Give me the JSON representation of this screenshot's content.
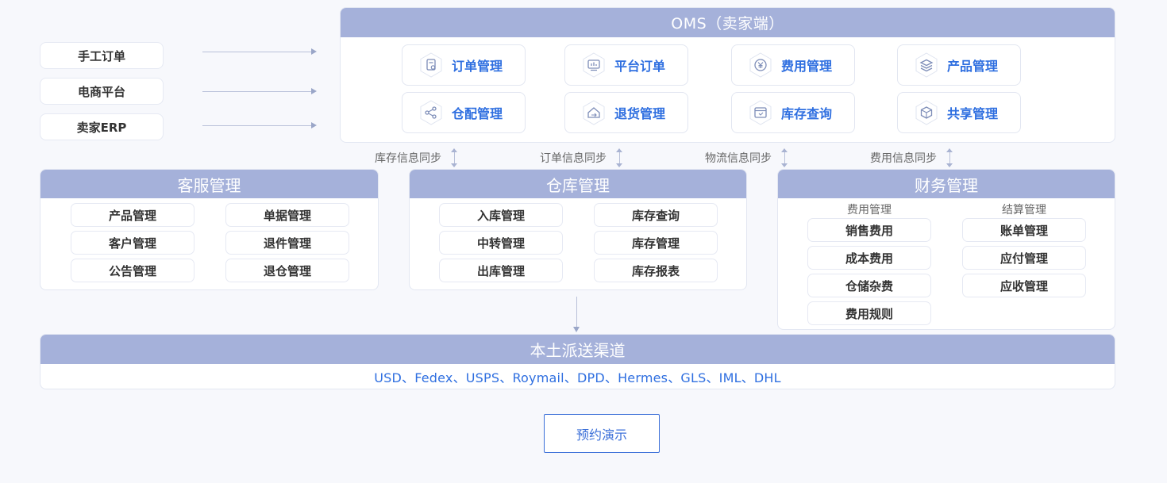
{
  "sources": [
    {
      "label": "手工订单"
    },
    {
      "label": "电商平台"
    },
    {
      "label": "卖家ERP"
    }
  ],
  "oms": {
    "title": "OMS（卖家端）",
    "modules": [
      {
        "label": "订单管理",
        "icon": "order-document-icon"
      },
      {
        "label": "平台订单",
        "icon": "platform-chart-icon"
      },
      {
        "label": "费用管理",
        "icon": "yen-coin-icon"
      },
      {
        "label": "产品管理",
        "icon": "layers-icon"
      },
      {
        "label": "仓配管理",
        "icon": "share-icon"
      },
      {
        "label": "退货管理",
        "icon": "return-house-icon"
      },
      {
        "label": "库存查询",
        "icon": "inventory-calendar-icon"
      },
      {
        "label": "共享管理",
        "icon": "share-box-icon"
      }
    ]
  },
  "sync": [
    {
      "label": "库存信息同步"
    },
    {
      "label": "订单信息同步"
    },
    {
      "label": "物流信息同步"
    },
    {
      "label": "费用信息同步"
    }
  ],
  "customer_service": {
    "title": "客服管理",
    "items": [
      "产品管理",
      "单据管理",
      "客户管理",
      "退件管理",
      "公告管理",
      "退仓管理"
    ]
  },
  "warehouse": {
    "title": "仓库管理",
    "items": [
      "入库管理",
      "库存查询",
      "中转管理",
      "库存管理",
      "出库管理",
      "库存报表"
    ]
  },
  "finance": {
    "title": "财务管理",
    "fee_caption": "费用管理",
    "settle_caption": "结算管理",
    "fee_items": [
      "销售费用",
      "成本费用",
      "仓储杂费",
      "费用规则"
    ],
    "settle_items": [
      "账单管理",
      "应付管理",
      "应收管理"
    ]
  },
  "channel": {
    "title": "本土派送渠道",
    "carriers": "USD、Fedex、USPS、Roymail、DPD、Hermes、GLS、IML、DHL"
  },
  "demo_button": "预约演示",
  "colors": {
    "header": "#a5b1da",
    "accent": "#2f6fe0",
    "button_border": "#3b6fd8",
    "background": "#f7f8fc"
  }
}
